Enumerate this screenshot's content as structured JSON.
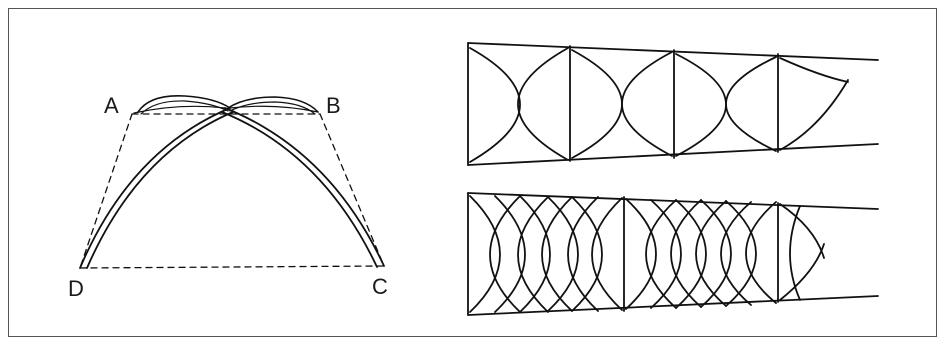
{
  "figure": {
    "left_diagram": {
      "points": [
        {
          "id": "A",
          "label": "A"
        },
        {
          "id": "B",
          "label": "B"
        },
        {
          "id": "C",
          "label": "C"
        },
        {
          "id": "D",
          "label": "D"
        }
      ]
    },
    "right_diagram": {
      "top_panel": {
        "vertical_dividers": 4
      },
      "bottom_panel": {
        "vertical_dividers": 3
      }
    },
    "colors": {
      "stroke": "#111111",
      "frame": "#555555"
    }
  }
}
